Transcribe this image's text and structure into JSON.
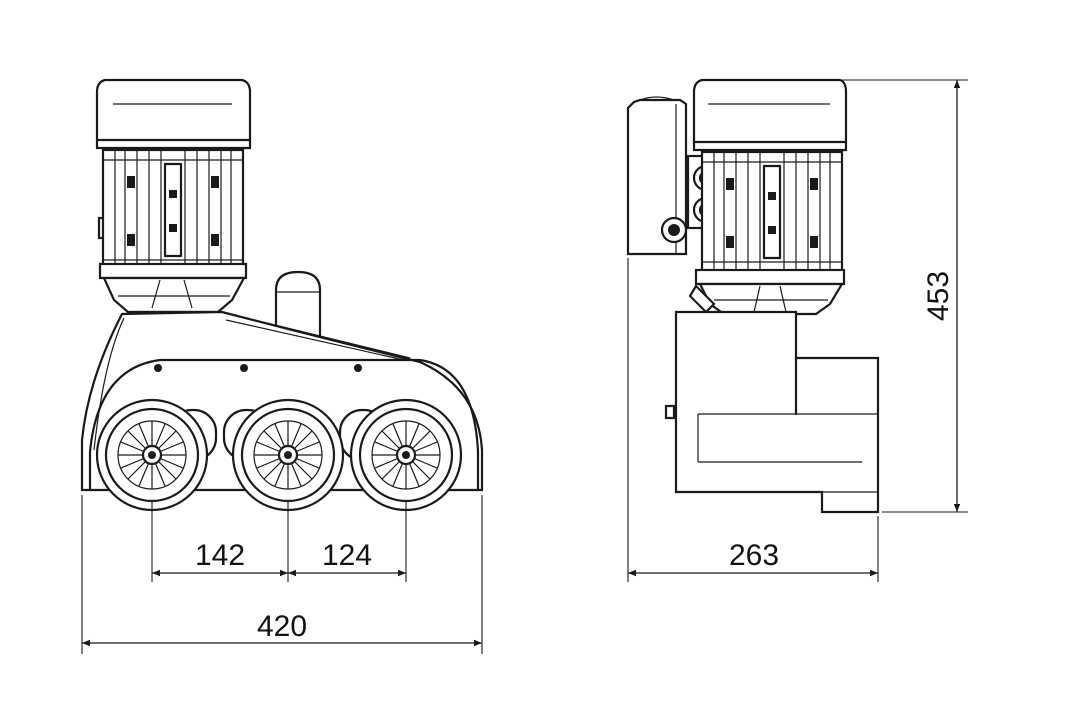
{
  "dimensions": {
    "wheel_spacing_left": "142",
    "wheel_spacing_right": "124",
    "front_width": "420",
    "side_depth": "263",
    "overall_height": "453"
  }
}
